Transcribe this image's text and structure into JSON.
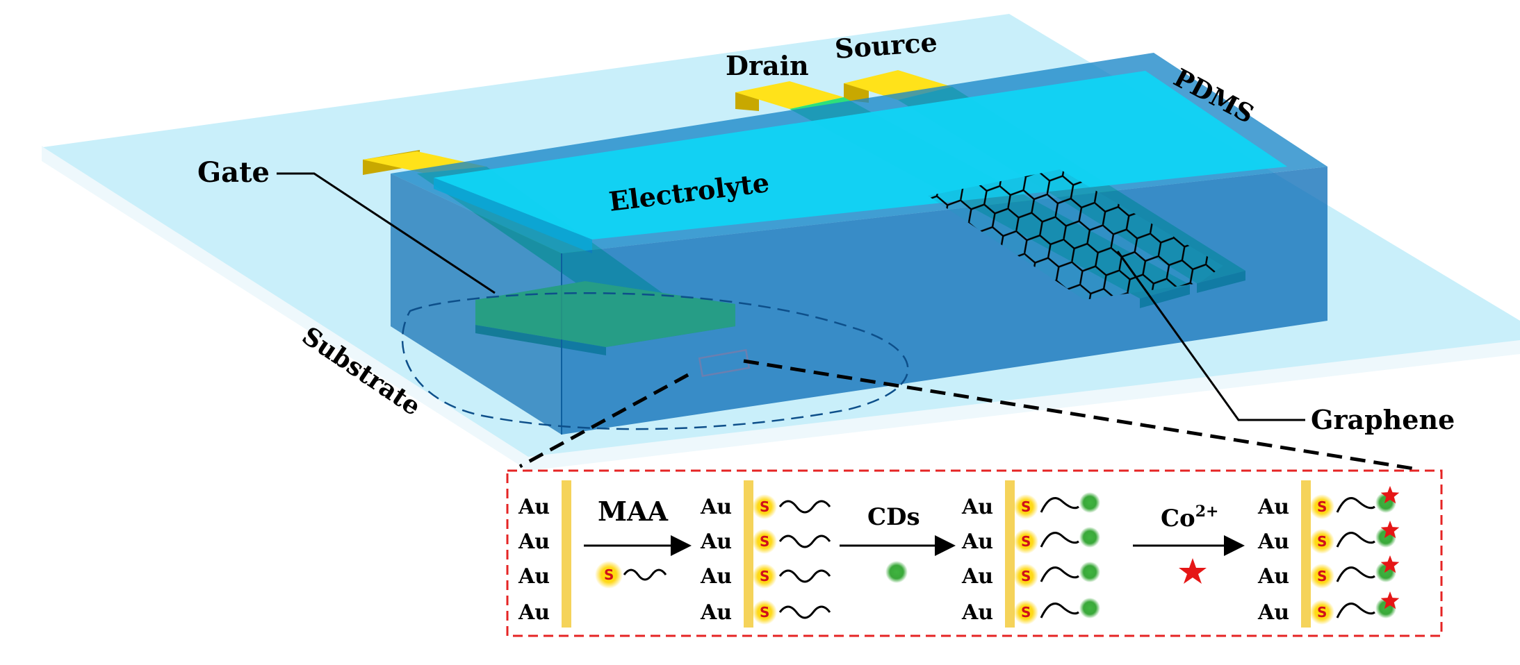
{
  "labels": {
    "drain": "Drain",
    "source": "Source",
    "pdms": "PDMS",
    "gate": "Gate",
    "electrolyte": "Electrolyte",
    "substrate": "Substrate",
    "graphene": "Graphene"
  },
  "inset": {
    "au": "Au",
    "s": "S",
    "step1": "MAA",
    "step2": "CDs",
    "step3": "Co",
    "step3_sup": "2+"
  },
  "colors": {
    "substrate": "#c9effa",
    "pdms": "#1a86c8",
    "electrolyte": "#10d4f4",
    "electrode": "#2ee07a",
    "pad": "#ffe21a",
    "gold_bar": "#f5d35a",
    "dots_green": "#3fae3f",
    "star_red": "#e51616",
    "inset_border": "#e52424"
  }
}
